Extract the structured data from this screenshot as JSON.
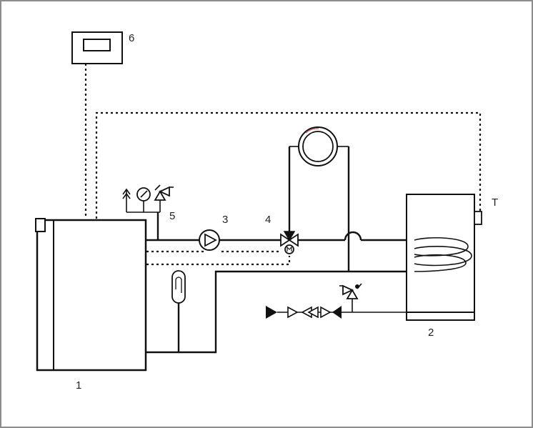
{
  "labels": {
    "boiler": "1",
    "tank": "2",
    "pump": "3",
    "valve": "4",
    "safety_group": "5",
    "controller": "6",
    "sensor": "T"
  }
}
